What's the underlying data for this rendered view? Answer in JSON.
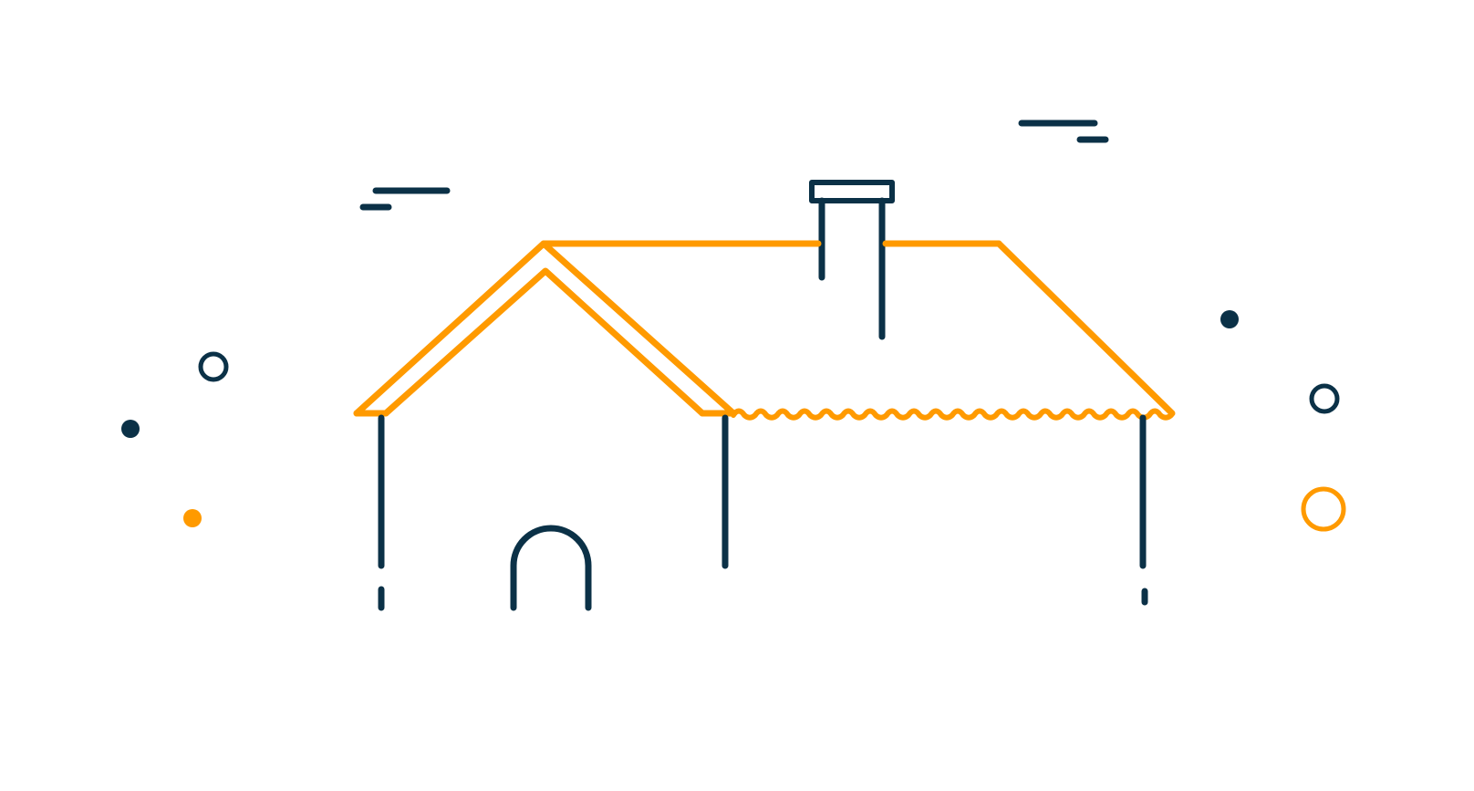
{
  "illustration": {
    "subject": "house-outline-icon",
    "colors": {
      "accent": "#FF9A00",
      "ink": "#0B3147",
      "background": "#FFFFFF"
    },
    "decorations": {
      "dots": [
        "navy-dot-left",
        "orange-dot-left",
        "navy-dot-right"
      ],
      "rings": [
        "navy-ring-left",
        "navy-ring-right",
        "orange-ring-right"
      ],
      "dashes": [
        "dash-pair-top-left",
        "dash-pair-top-right"
      ]
    }
  }
}
